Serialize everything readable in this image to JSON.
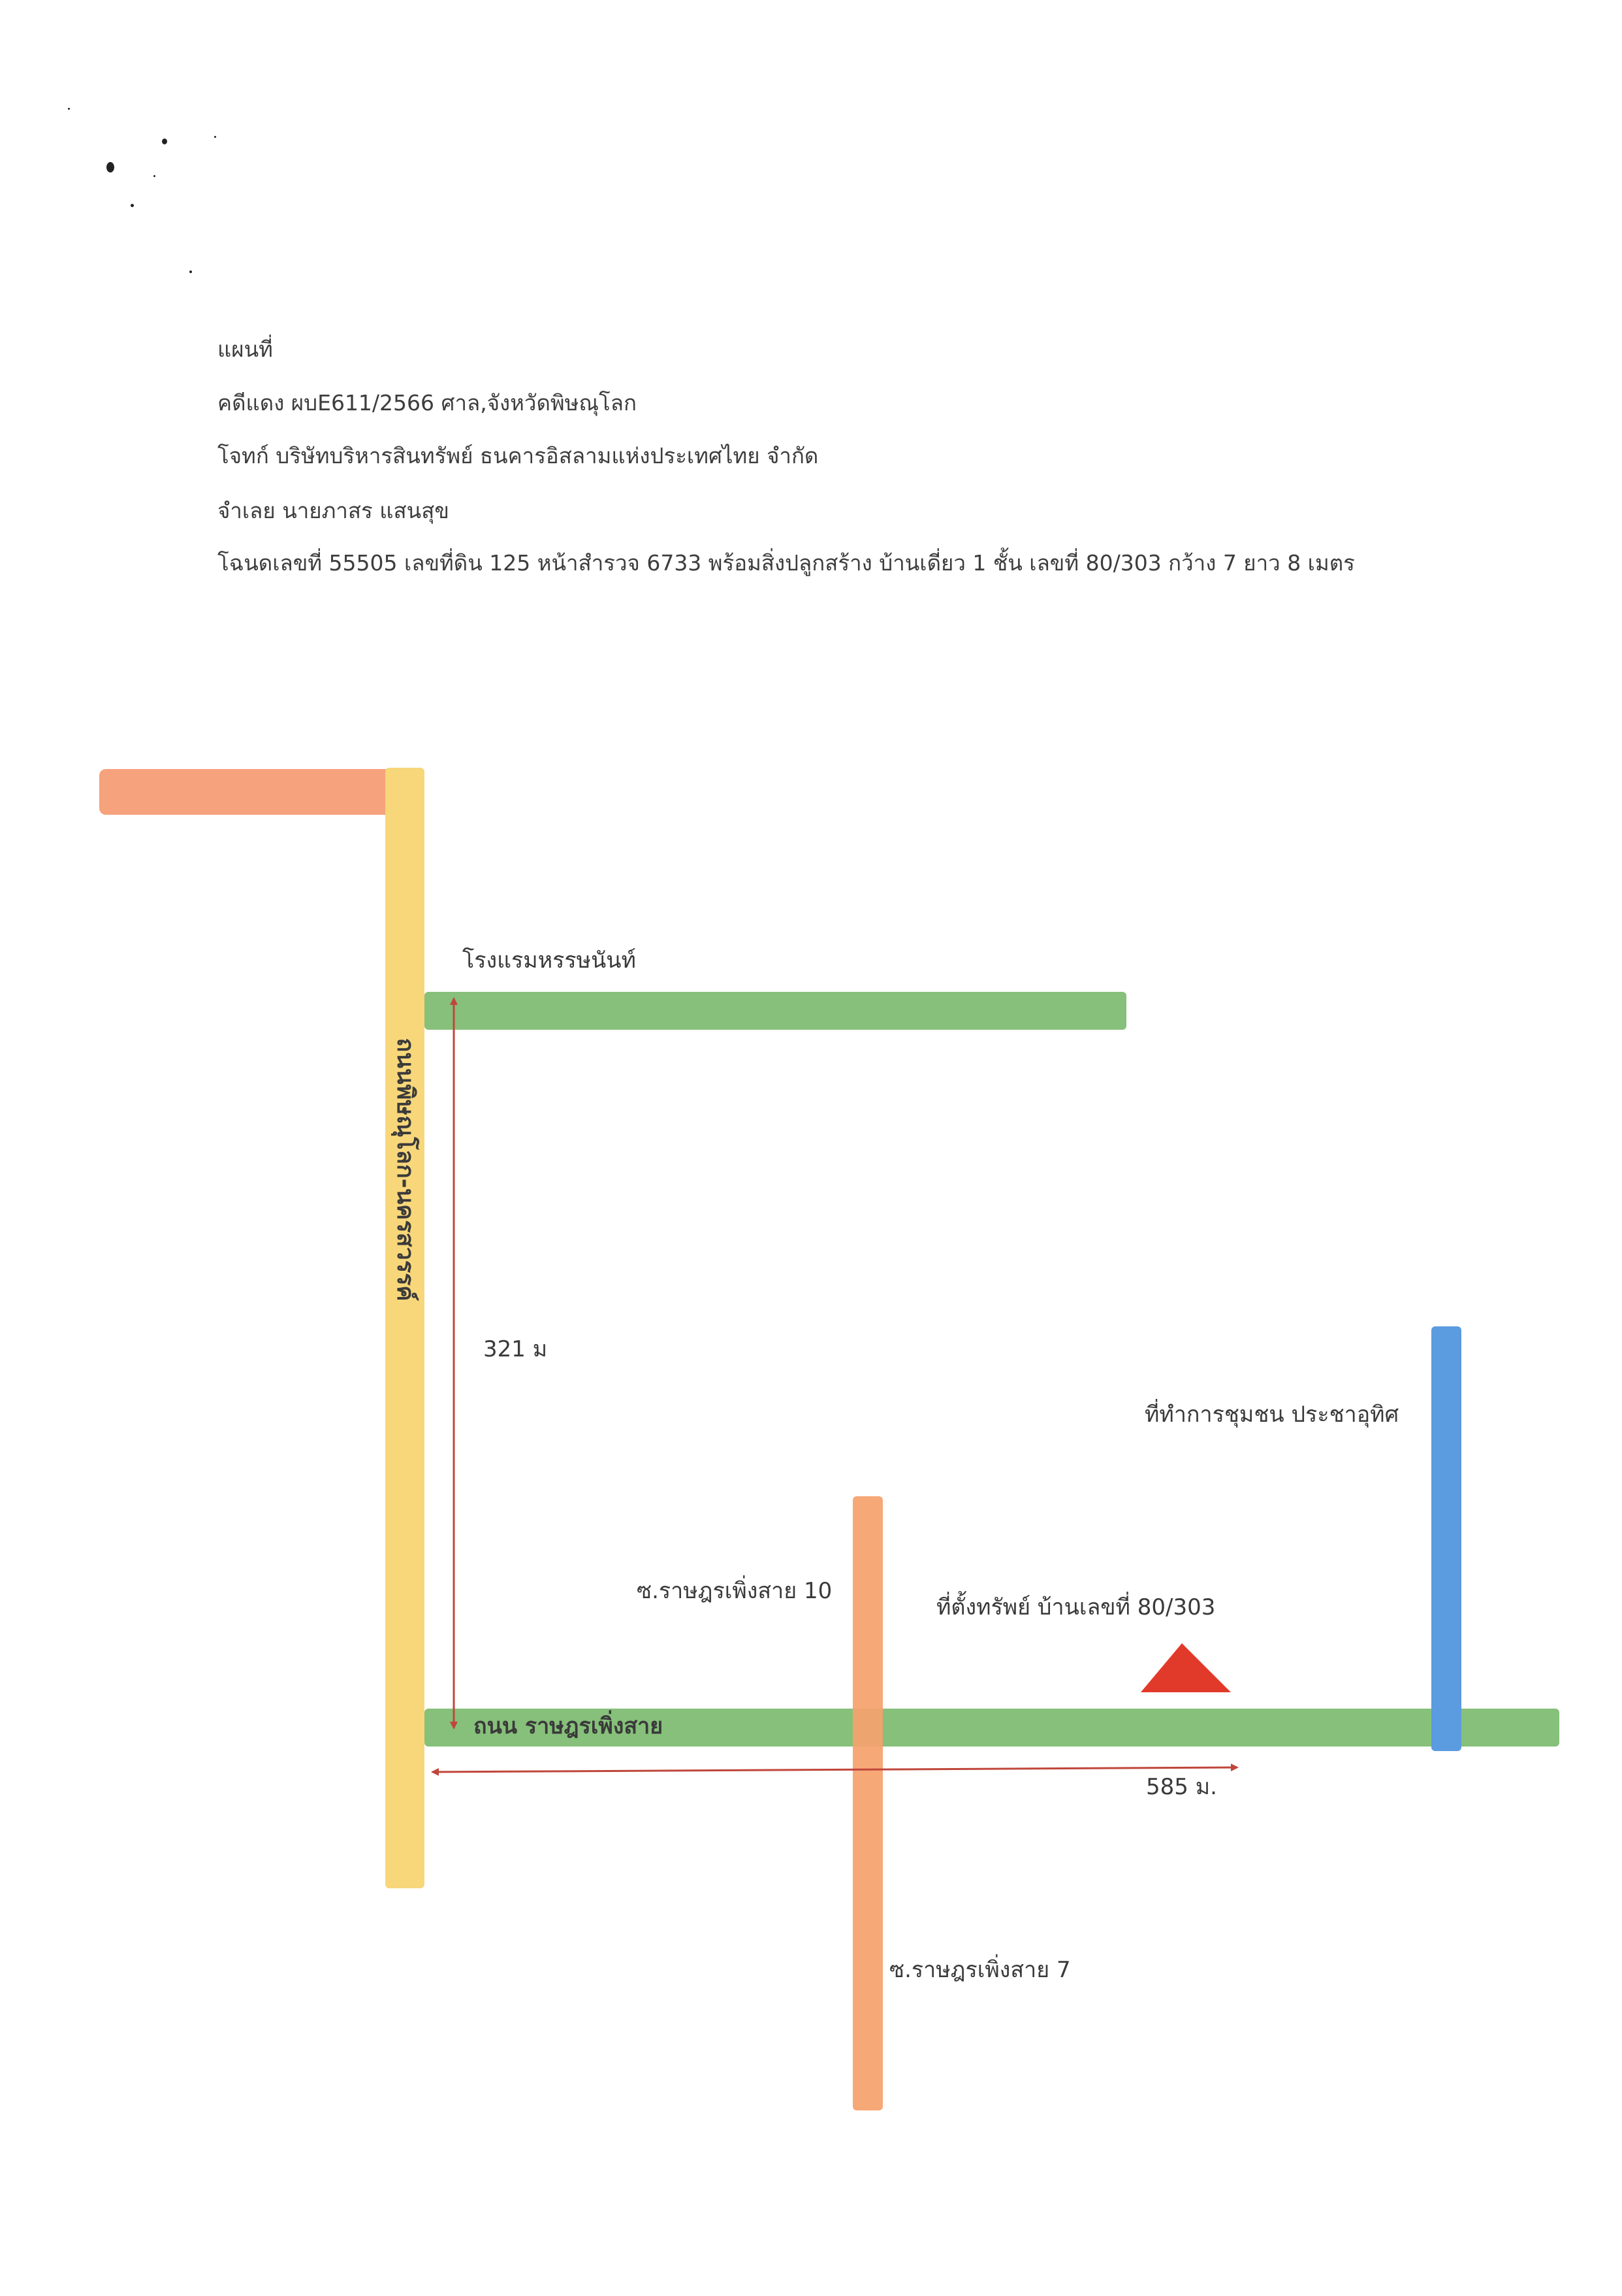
{
  "header": {
    "title": "แผนที่",
    "case_no": "คดีแดง ผบE611/2566 ศาล,จังหวัดพิษณุโลก",
    "plaintiff": "โจทก์ บริษัทบริหารสินทรัพย์  ธนคารอิสลามแห่งประเทศไทย จำกัด",
    "defendant": "จำเลย  นายภาสร  แสนสุข",
    "deed": "โฉนดเลขที่ 55505 เลขที่ดิน 125 หน้าสำรวจ 6733 พร้อมสิ่งปลูกสร้าง บ้านเดี่ยว 1 ชั้น เลขที่ 80/303  กว้าง 7 ยาว 8 เมตร"
  },
  "map": {
    "roads": {
      "main_vertical": "ถนนพิษณุโลก-นครสวรรค์",
      "main_horizontal": "ถนน ราษฎรเพิ่งสาย"
    },
    "landmarks": {
      "hotel": "โรงแรมหรรษนันท์",
      "community_office": "ที่ทำการชุมชน ประชาอุทิศ",
      "soi_10": "ซ.ราษฎรเพิ่งสาย 10",
      "soi_7": "ซ.ราษฎรเพิ่งสาย 7",
      "property": "ที่ตั้งทรัพย์ บ้านเลขที่ 80/303"
    },
    "distances": {
      "vertical": "321 ม",
      "horizontal": "585 ม."
    },
    "colors": {
      "yellow_road": "#f8d77a",
      "green_road": "#86c07a",
      "orange_road": "#f6a27c",
      "soi_orange": "#f7a877",
      "blue_road": "#5b9be0",
      "arrow": "#c0463b",
      "marker": "#e23a2a"
    }
  }
}
